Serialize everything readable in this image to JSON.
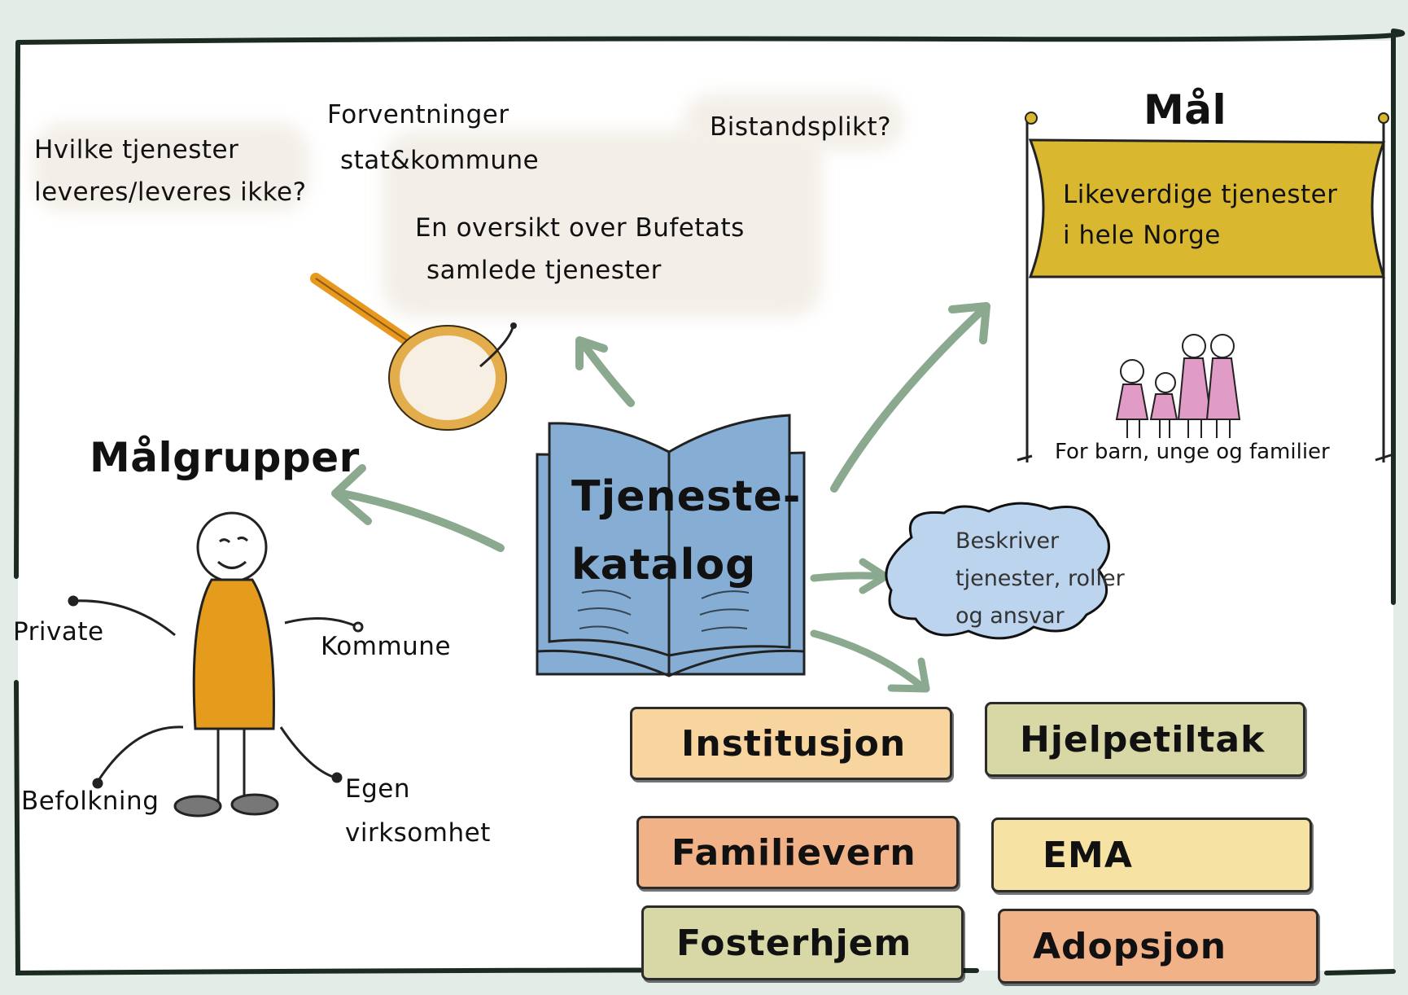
{
  "texts": {
    "hvilke_line1": "Hvilke tjenester",
    "hvilke_line2": "leveres/leveres ikke?",
    "forventninger_line1": "Forventninger",
    "forventninger_line2": "stat&kommune",
    "bistandsplikt": "Bistandsplikt?",
    "oversikt_line1": "En oversikt over Bufetats",
    "oversikt_line2": "samlede tjenester",
    "malgrupper": "Målgrupper",
    "book_line1": "Tjeneste-",
    "book_line2": "katalog",
    "mal_title": "Mål",
    "banner_line1": "Likeverdige tjenester",
    "banner_line2": "i hele Norge",
    "families": "For barn, unge og familier",
    "cloud_line1": "Beskriver",
    "cloud_line2": "tjenester, roller",
    "cloud_line3": "og ansvar",
    "private": "Private",
    "kommune": "Kommune",
    "befolkning": "Befolkning",
    "egen_line1": "Egen",
    "egen_line2": "virksomhet"
  },
  "categories": {
    "institusjon": "Institusjon",
    "hjelpetiltak": "Hjelpetiltak",
    "familievern": "Familievern",
    "ema": "EMA",
    "fosterhjem": "Fosterhjem",
    "adopsjon": "Adopsjon"
  },
  "colors": {
    "arrow": "#8aa98e",
    "book": "#86aed4",
    "banner": "#d9b72f",
    "person": "#e59c1c",
    "family": "#e09cc7",
    "cloud": "#bcd4ee",
    "peach": "#f8d59e",
    "olive": "#d7d8a6",
    "salmon": "#f2b287",
    "cream": "#f6e3a3"
  }
}
